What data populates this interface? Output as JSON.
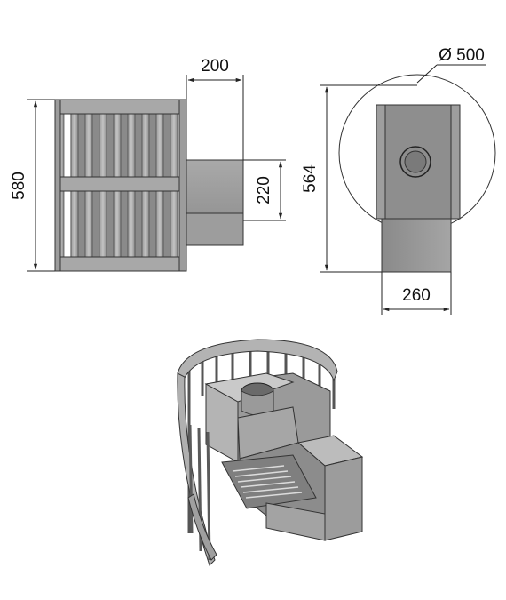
{
  "figure": {
    "side_view": {
      "height_label": "580",
      "depth_label": "200",
      "tunnel_height_label": "220"
    },
    "top_view": {
      "diameter_label": "Ø 500",
      "height_label": "564",
      "tunnel_width_label": "260"
    },
    "colors": {
      "metal_light": "#b9b9b9",
      "metal_mid": "#8f8f8f",
      "metal_dark": "#6e6e6e",
      "stone_dark": "#7b7b7b",
      "line": "#222222"
    }
  }
}
